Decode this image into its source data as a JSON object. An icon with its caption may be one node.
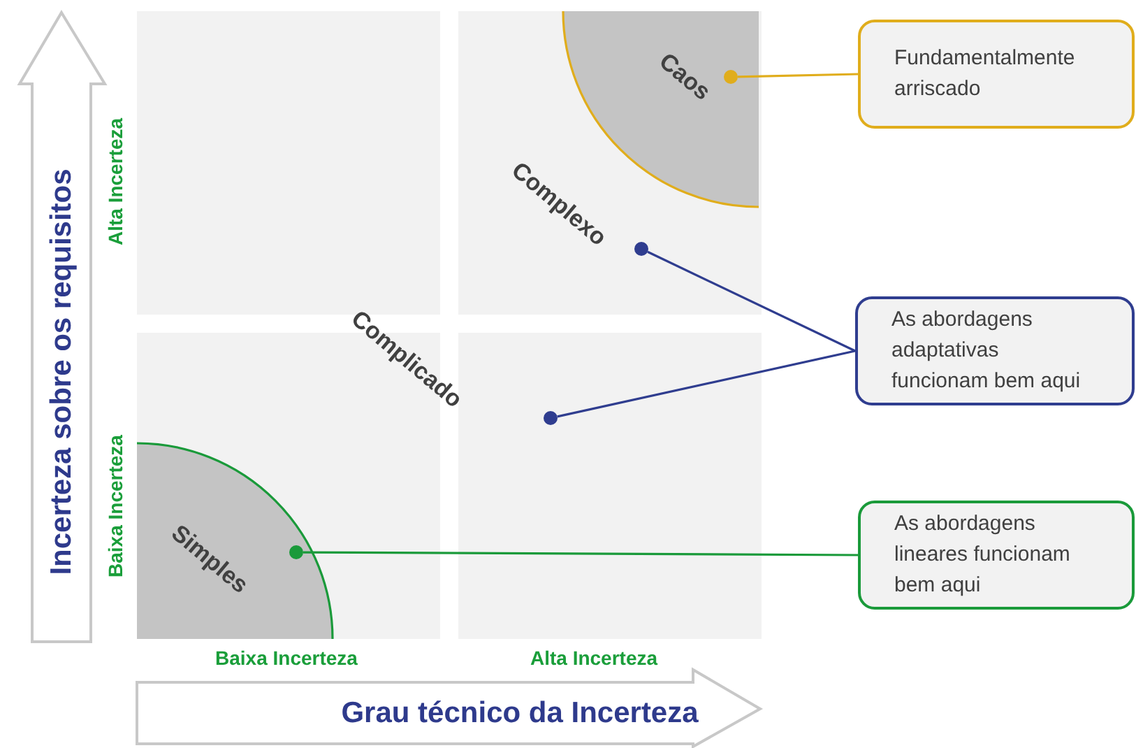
{
  "diagram": {
    "nodes": [
      {
        "text": [
          "Caos"
        ]
      },
      {
        "text": [],
        "shape": "circle",
        "in": 0
      },
      {
        "text": [
          "Simples"
        ]
      },
      {
        "text": [],
        "shape": "circle",
        "in": 2
      },
      {
        "text": [],
        "shape": "circle"
      },
      {
        "text": [],
        "shape": "circle"
      },
      {
        "text": [
          "Fundamentalmente arriscado"
        ]
      },
      {
        "text": [
          "As abordagens adaptativas funcionam bem aqui"
        ]
      },
      {
        "text": [
          "As abordagens lineares funcionam bem aqui"
        ]
      },
      {
        "text": [
          "Incerteza sobre os requisitos"
        ]
      },
      {
        "text": [
          "Grau técnico da Incerteza"
        ]
      }
    ],
    "edges": [
      {
        "from": 6,
        "to": 1,
        "arrow": "none",
        "color": "#e0ad1c"
      },
      {
        "from": 7,
        "to": 4,
        "arrow": "none",
        "color": "#2f3d8f"
      },
      {
        "from": 7,
        "to": 5,
        "arrow": "none",
        "color": "#2f3d8f"
      },
      {
        "from": 8,
        "to": 3,
        "arrow": "none",
        "color": "#1a9a3a"
      }
    ],
    "labels": [
      "Alta Incerteza",
      "Complexo",
      "Complicado",
      "Baixa Incerteza",
      "Baixa Incerteza",
      "Alta Incerteza"
    ]
  }
}
